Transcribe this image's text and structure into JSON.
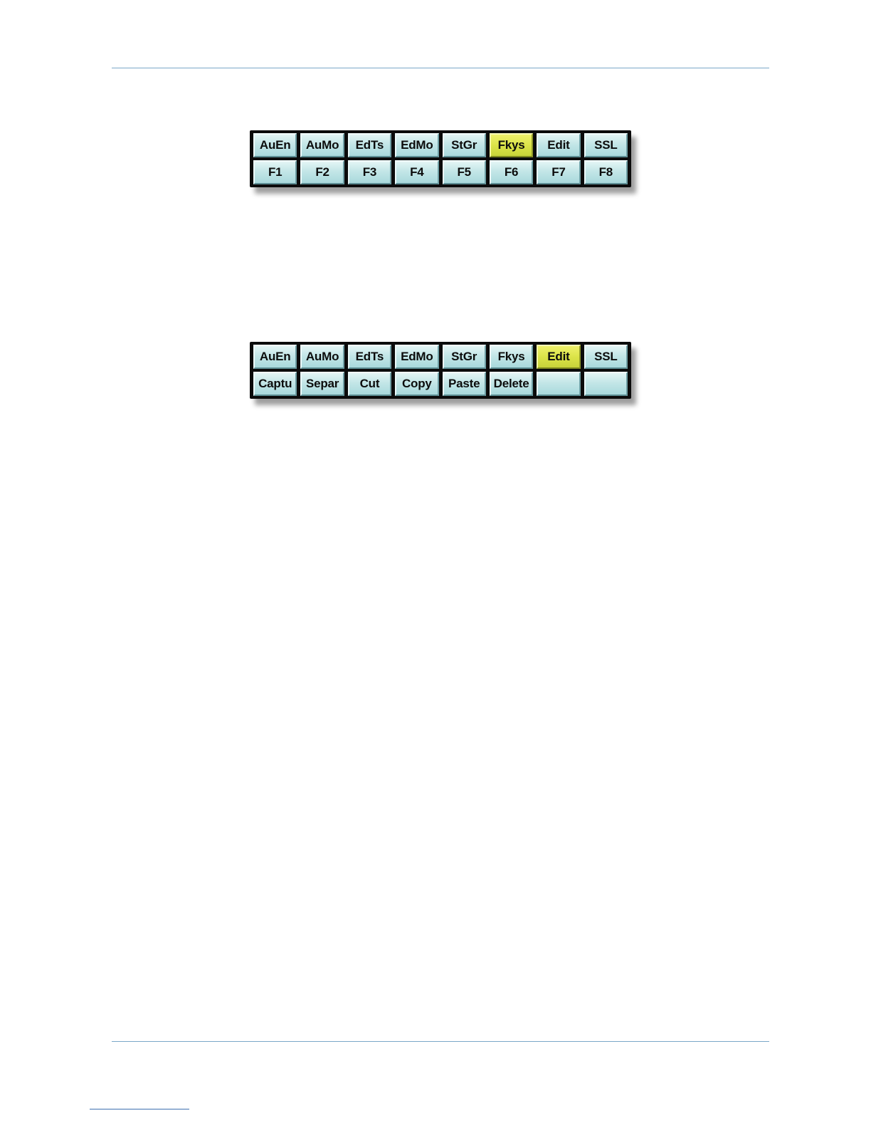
{
  "panel_1": {
    "top_row": [
      "AuEn",
      "AuMo",
      "EdTs",
      "EdMo",
      "StGr",
      "Fkys",
      "Edit",
      "SSL"
    ],
    "bottom_row": [
      "F1",
      "F2",
      "F3",
      "F4",
      "F5",
      "F6",
      "F7",
      "F8"
    ],
    "lit_key": "Fkys"
  },
  "panel_2": {
    "top_row": [
      "AuEn",
      "AuMo",
      "EdTs",
      "EdMo",
      "StGr",
      "Fkys",
      "Edit",
      "SSL"
    ],
    "bottom_row": [
      "Captu",
      "Separ",
      "Cut",
      "Copy",
      "Paste",
      "Delete",
      "",
      ""
    ],
    "lit_key": "Edit"
  },
  "colors": {
    "key_face": "#c3e6e7",
    "key_lit": "#dce449",
    "panel_bezel": "#0b0b0b",
    "rule": "#7aa8c8"
  }
}
